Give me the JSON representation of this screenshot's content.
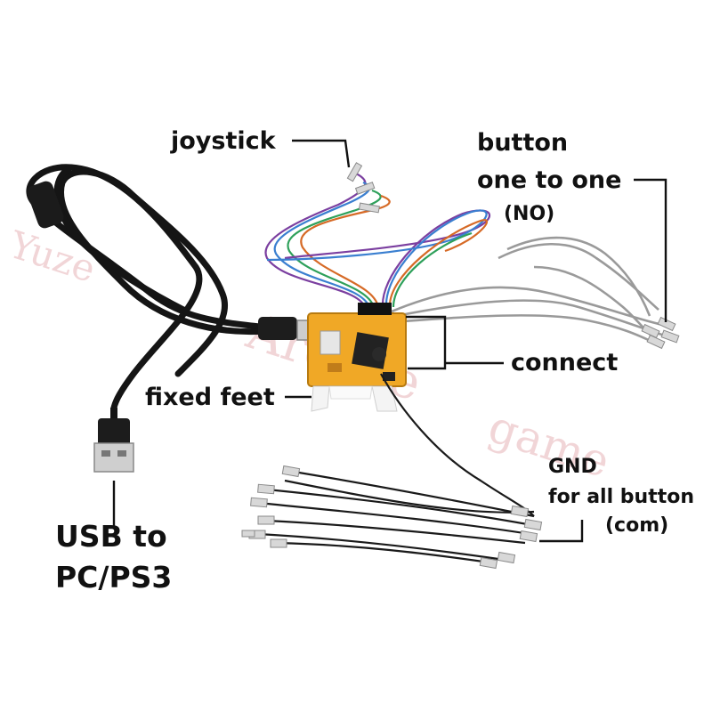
{
  "labels": {
    "joystick": "joystick",
    "button_line1": "button",
    "button_line2": "one to one",
    "button_line3": "(NO)",
    "connect": "connect",
    "fixed_feet": "fixed feet",
    "usb_line1": "USB to",
    "usb_line2": "PC/PS3",
    "gnd_line1": "GND",
    "gnd_line2": "for all button",
    "gnd_line3": "(com)"
  },
  "watermark": {
    "text_left": "Yuze",
    "text_mid": "Arcade",
    "text_right": "game"
  },
  "colors": {
    "pcb": "#f0a826",
    "usb_cable": "#151515",
    "gray_wire": "#9a9a9a",
    "black_wire": "#1a1a1a",
    "annotation": "#111111",
    "watermark": "#e7b3b8"
  }
}
